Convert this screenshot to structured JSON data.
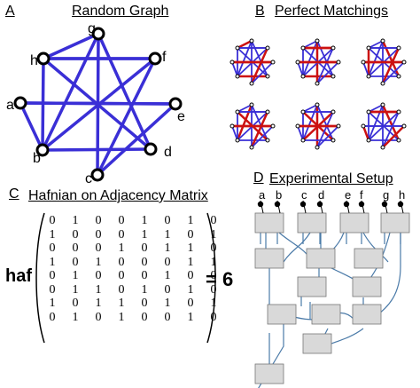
{
  "panels": {
    "a": {
      "letter": "A",
      "title": "Random Graph"
    },
    "b": {
      "letter": "B",
      "title": "Perfect Matchings"
    },
    "c": {
      "letter": "C",
      "title": "Hafnian on Adjacency Matrix"
    },
    "d": {
      "letter": "D",
      "title": "Experimental Setup"
    }
  },
  "graph": {
    "nodes": [
      "g",
      "f",
      "e",
      "d",
      "c",
      "b",
      "a",
      "h"
    ],
    "edges": [
      [
        "g",
        "h"
      ],
      [
        "g",
        "b"
      ],
      [
        "g",
        "c"
      ],
      [
        "g",
        "d"
      ],
      [
        "h",
        "b"
      ],
      [
        "h",
        "d"
      ],
      [
        "h",
        "f"
      ],
      [
        "a",
        "b"
      ],
      [
        "a",
        "e"
      ],
      [
        "b",
        "f"
      ],
      [
        "b",
        "d"
      ],
      [
        "c",
        "f"
      ],
      [
        "c",
        "e"
      ],
      [
        "e",
        "a"
      ],
      [
        "f",
        "h"
      ]
    ],
    "edge_color": "#3a2fd6"
  },
  "matchings": {
    "count": 6,
    "base_color": "#3a2fd6",
    "matching_color": "#cc1111"
  },
  "hafnian": {
    "func_label": "haf",
    "result": "= 6",
    "matrix": [
      [
        "0",
        "1",
        "0",
        "0",
        "1",
        "0",
        "1",
        "0"
      ],
      [
        "1",
        "0",
        "0",
        "0",
        "1",
        "1",
        "0",
        "1"
      ],
      [
        "0",
        "0",
        "0",
        "1",
        "0",
        "1",
        "1",
        "0"
      ],
      [
        "1",
        "0",
        "1",
        "0",
        "0",
        "0",
        "1",
        "1"
      ],
      [
        "0",
        "1",
        "0",
        "0",
        "0",
        "1",
        "0",
        "0"
      ],
      [
        "0",
        "1",
        "1",
        "0",
        "1",
        "0",
        "1",
        "0"
      ],
      [
        "1",
        "0",
        "1",
        "1",
        "0",
        "1",
        "0",
        "1"
      ],
      [
        "0",
        "1",
        "0",
        "1",
        "0",
        "0",
        "1",
        "0"
      ]
    ]
  },
  "setup": {
    "inputs": [
      "a",
      "b",
      "c",
      "d",
      "e",
      "f",
      "g",
      "h"
    ],
    "box_fill": "#d9d9d9",
    "wire_color": "#4a7aa8"
  }
}
